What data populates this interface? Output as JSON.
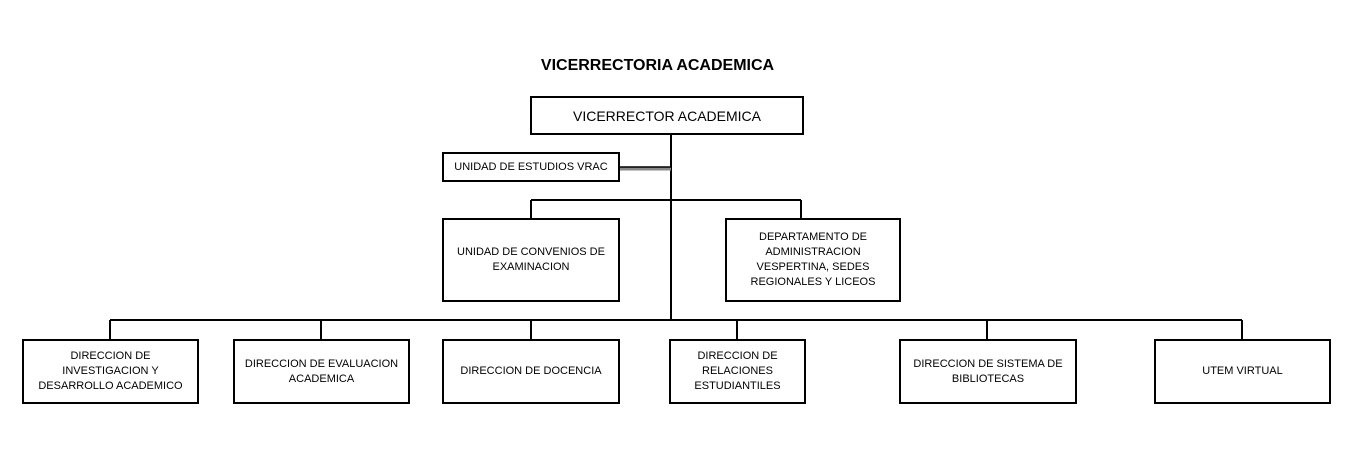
{
  "title": "VICERRECTORIA ACADEMICA",
  "head": "VICERRECTOR ACADEMICA",
  "staff": "UNIDAD DE ESTUDIOS VRAC",
  "mid": {
    "convenios": "UNIDAD DE CONVENIOS DE\nEXAMINACION",
    "administracion": "DEPARTAMENTO DE\nADMINISTRACION\nVESPERTINA, SEDES\nREGIONALES Y LICEOS"
  },
  "bottom": {
    "investigacion": "DIRECCION DE\nINVESTIGACION Y\nDESARROLLO ACADEMICO",
    "evaluacion": "DIRECCION DE EVALUACION\nACADEMICA",
    "docencia": "DIRECCION DE DOCENCIA",
    "relaciones": "DIRECCION DE\nRELACIONES\nESTUDIANTILES",
    "bibliotecas": "DIRECCION DE SISTEMA DE\nBIBLIOTECAS",
    "virtual": "UTEM VIRTUAL"
  },
  "colors": {
    "line": "#000000",
    "staff_connector": "#888888",
    "background": "#ffffff"
  }
}
